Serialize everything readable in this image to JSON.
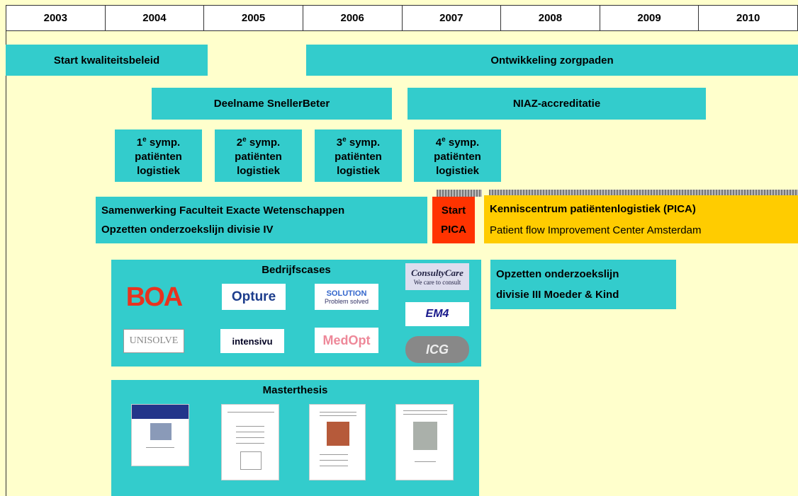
{
  "years": [
    "2003",
    "2004",
    "2005",
    "2006",
    "2007",
    "2008",
    "2009",
    "2010"
  ],
  "boxes": {
    "kwaliteit": "Start kwaliteitsbeleid",
    "zorgpaden": "Ontwikkeling zorgpaden",
    "snellerbeter": "Deelname SnellerBeter",
    "niaz": "NIAZ-accreditatie",
    "samenwerking": "Samenwerking Faculteit Exacte Wetenschappen",
    "onderzoekslijn4": "Opzetten onderzoekslijn divisie IV",
    "start_line1": "Start",
    "start_line2": "PICA",
    "pica_title": "Kenniscentrum patiëntenlogistiek  (PICA)",
    "pica_sub": "Patient flow Improvement Center Amsterdam",
    "onderzoekslijn3_line1": "Opzetten onderzoekslijn",
    "onderzoekslijn3_line2": "divisie III Moeder & Kind"
  },
  "symposia": [
    {
      "num": "1",
      "sup": "e",
      "l1": " symp.",
      "l2": "patiënten",
      "l3": "logistiek"
    },
    {
      "num": "2",
      "sup": "e",
      "l1": " symp.",
      "l2": "patiënten",
      "l3": "logistiek"
    },
    {
      "num": "3",
      "sup": "e",
      "l1": " symp.",
      "l2": "patiënten",
      "l3": "logistiek"
    },
    {
      "num": "4",
      "sup": "e",
      "l1": " symp.",
      "l2": "patiënten",
      "l3": "logistiek"
    }
  ],
  "bedrijfscases": {
    "title": "Bedrijfscases",
    "logos": {
      "boa": "BOA",
      "opture": "Opture",
      "solution_main": "SOLUTION",
      "solution_sub": "Problem solved",
      "consultycare_main": "ConsultyCare",
      "consultycare_sub": "We care to consult",
      "unisolve": "UNISOLVE",
      "intensivu": "intensivu",
      "medopt": "MedOpt",
      "em4": "EM4",
      "icg": "ICG"
    }
  },
  "masterthesis": {
    "title": "Masterthesis"
  },
  "colors": {
    "teal": "#33cccc",
    "background": "#ffffcc",
    "start_red": "#ff3300",
    "pica_yellow": "#ffcc00"
  }
}
